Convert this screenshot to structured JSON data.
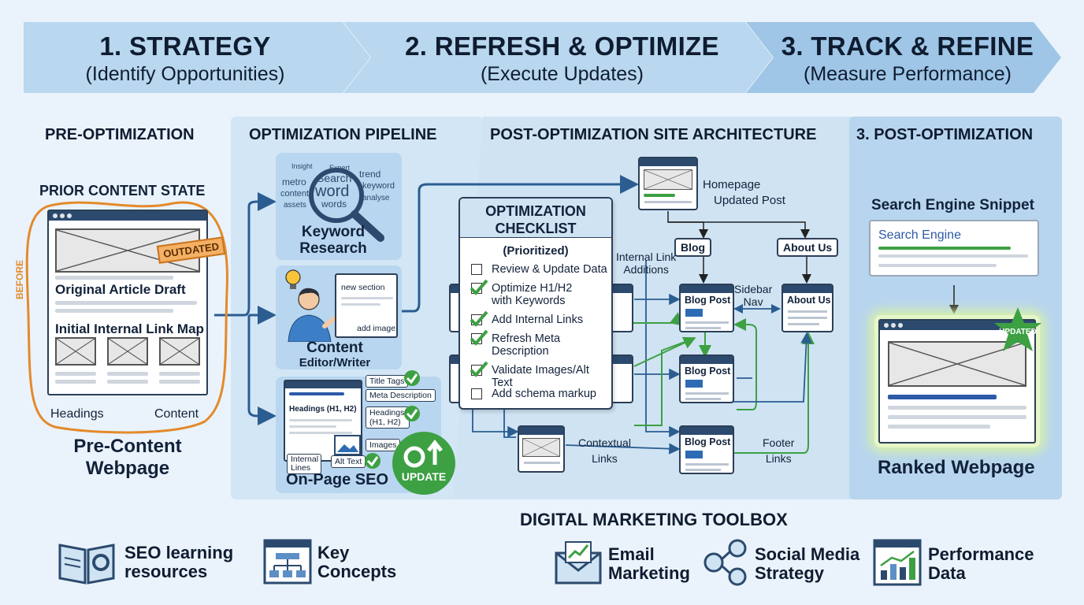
{
  "stages": [
    {
      "title": "1. STRATEGY",
      "subtitle": "(Identify Opportunities)"
    },
    {
      "title": "2. REFRESH & OPTIMIZE",
      "subtitle": "(Execute Updates)"
    },
    {
      "title": "3. TRACK & REFINE",
      "subtitle": "(Measure Performance)"
    }
  ],
  "sections": {
    "pre": "PRE-OPTIMIZATION",
    "pipeline": "OPTIMIZATION PIPELINE",
    "architecture": "POST-OPTIMIZATION SITE ARCHITECTURE",
    "post": "3. POST-OPTIMIZATION"
  },
  "pre": {
    "heading": "PRIOR CONTENT STATE",
    "before": "BEFORE",
    "outdated": "OUTDATED",
    "article": "Original Article Draft",
    "linkmap": "Initial Internal Link Map",
    "headings": "Headings",
    "content": "Content",
    "caption_line1": "Pre-Content",
    "caption_line2": "Webpage"
  },
  "pipeline": {
    "keyword_words": [
      "Search",
      "word",
      "words",
      "metro",
      "content",
      "assets",
      "trend",
      "keyword",
      "analyse",
      "Insight",
      "Expert"
    ],
    "keyword_line1": "Keyword",
    "keyword_line2": "Research",
    "new_section": "new section",
    "add_image": "add image",
    "editor_line1": "Content",
    "editor_line2": "Editor/Writer",
    "onpage_headings": "Headings (H1, H2)",
    "tag_title": "Title Tags",
    "tag_meta": "Meta Description",
    "tag_headings": "Headings (H1, H2)",
    "tag_images": "Images",
    "tag_internal": "Internal Lines",
    "tag_alt": "Alt Text",
    "update": "UPDATE",
    "onpage_label": "On-Page SEO"
  },
  "checklist": {
    "title_line1": "OPTIMIZATION",
    "title_line2": "CHECKLIST",
    "subtitle": "(Prioritized)",
    "items": [
      {
        "text": "Review & Update Data",
        "checked": false
      },
      {
        "text": "Optimize H1/H2\nwith Keywords",
        "checked": true
      },
      {
        "text": "Add Internal Links",
        "checked": true
      },
      {
        "text": "Refresh Meta\nDescription",
        "checked": true
      },
      {
        "text": "Validate Images/Alt\nText",
        "checked": true
      },
      {
        "text": "Add schema markup",
        "checked": false
      }
    ]
  },
  "architecture": {
    "homepage": "Homepage",
    "updated_post": "Updated Post",
    "blog": "Blog",
    "about": "About Us",
    "internal_link_line1": "Internal Link",
    "internal_link_line2": "Additions",
    "sidebar_line1": "Sidebar",
    "sidebar_line2": "Nav",
    "blog_post": "Blog Post",
    "about_node": "About Us",
    "contextual_line1": "Contextual",
    "contextual_line2": "Links",
    "footer_line1": "Footer",
    "footer_line2": "Links"
  },
  "post": {
    "snippet_title": "Search Engine Snippet",
    "search_engine": "Search Engine",
    "updated": "UPDATED",
    "ranked": "Ranked Webpage"
  },
  "toolbox": {
    "title": "DIGITAL MARKETING TOOLBOX",
    "items": [
      {
        "line1": "SEO learning",
        "line2": "resources",
        "icon": "book-gear-icon"
      },
      {
        "line1": "Key",
        "line2": "Concepts",
        "icon": "sitemap-icon"
      },
      {
        "line1": "Email",
        "line2": "Marketing",
        "icon": "email-chart-icon"
      },
      {
        "line1": "Social Media",
        "line2": "Strategy",
        "icon": "social-network-icon"
      },
      {
        "line1": "Performance",
        "line2": "Data",
        "icon": "bar-chart-icon"
      }
    ]
  },
  "colors": {
    "accent_blue": "#2d5aa8",
    "accent_green": "#3da043",
    "orange": "#e38a2b",
    "dark_navy": "#2b4a6e"
  }
}
